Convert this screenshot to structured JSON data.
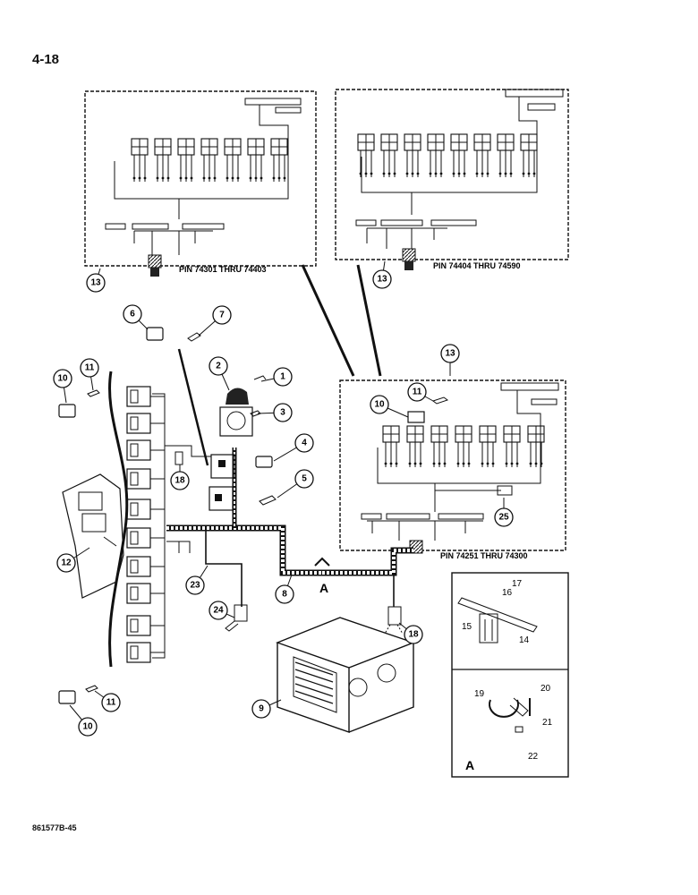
{
  "page_number": "4-18",
  "document_code": "861577B-45",
  "insets": {
    "top_left_pin": "PIN 74301 THRU 74403",
    "top_right_pin": "PIN 74404 THRU 74590",
    "right_pin": "PIN 74251 THRU 74300"
  },
  "detail_letter": "A",
  "callouts": [
    "1",
    "2",
    "3",
    "4",
    "5",
    "6",
    "7",
    "8",
    "9",
    "10",
    "11",
    "12",
    "13",
    "14",
    "15",
    "16",
    "17",
    "18",
    "19",
    "20",
    "21",
    "22",
    "23",
    "24",
    "25"
  ],
  "colors": {
    "ink": "#111111",
    "paper": "#ffffff"
  }
}
